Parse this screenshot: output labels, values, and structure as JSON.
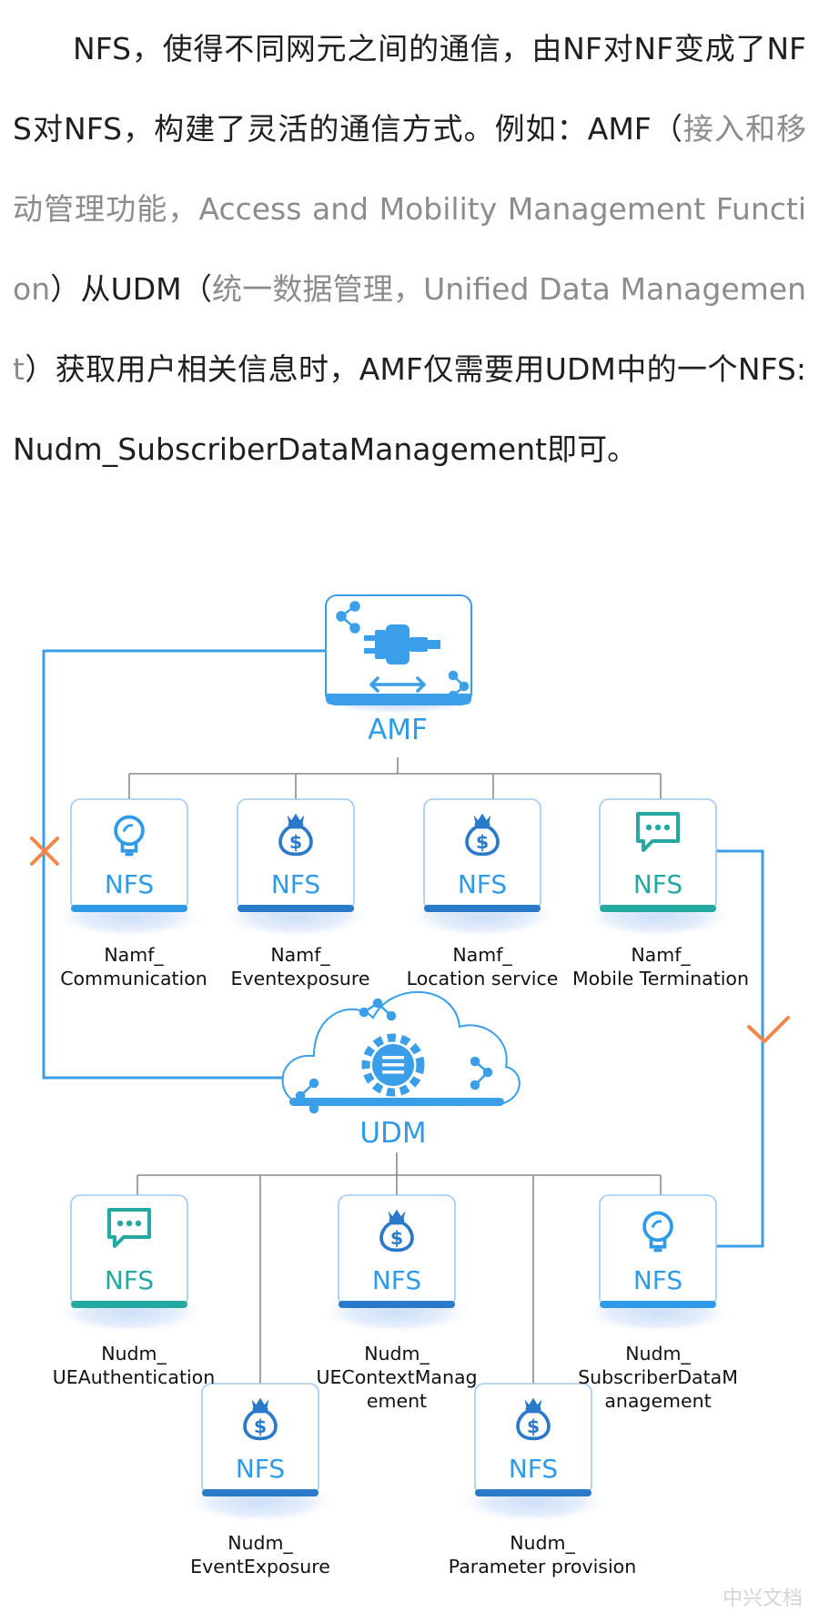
{
  "paragraph": {
    "part1": "NFS，使得不同网元之间的通信，由NF对NF变成了NFS对NFS，构建了灵活的通信方式。例如：AMF（",
    "part2": "接入和移动管理功能，Access and Mobility Management Function",
    "part3": "）从UDM（",
    "part4": "统一数据管理，Unified Data Management",
    "part5": "）获取用户相关信息时，AMF仅需要用UDM中的一个NFS: Nudm_SubscriberDataManagement即可。"
  },
  "diagram": {
    "amf_label": "AMF",
    "udm_label": "UDM",
    "nfs_text": "NFS",
    "amf_services": [
      {
        "line1": "Namf_",
        "line2": "Communication",
        "icon": "lightbulb-icon",
        "color": "blue"
      },
      {
        "line1": "Namf_",
        "line2": "Eventexposure",
        "icon": "money-bag-icon",
        "color": "darkblue"
      },
      {
        "line1": "Namf_",
        "line2": "Location service",
        "icon": "money-bag-icon",
        "color": "darkblue"
      },
      {
        "line1": "Namf_",
        "line2": "Mobile Termination",
        "icon": "chat-bubble-icon",
        "color": "teal"
      }
    ],
    "udm_services": [
      {
        "line1": "Nudm_",
        "line2": "UEAuthentication",
        "icon": "chat-bubble-icon",
        "color": "teal"
      },
      {
        "line1": "Nudm_",
        "line2": "EventExposure",
        "icon": "money-bag-icon",
        "color": "darkblue"
      },
      {
        "line1": "Nudm_",
        "line2": "UEContextManag",
        "line3": "ement",
        "icon": "money-bag-icon",
        "color": "darkblue"
      },
      {
        "line1": "Nudm_",
        "line2": "Parameter provision",
        "icon": "money-bag-icon",
        "color": "darkblue"
      },
      {
        "line1": "Nudm_",
        "line2": "SubscriberDataM",
        "line3": "anagement",
        "icon": "lightbulb-icon",
        "color": "blue"
      }
    ],
    "invalid_path_mark": "cross-icon",
    "valid_path_mark": "check-icon",
    "colors": {
      "line_blue": "#3a9ee8",
      "tree_gray": "#8a8a8a",
      "mark_orange": "#f5874a",
      "teal": "#24a9a0",
      "dark_blue": "#2b79c9"
    }
  },
  "watermark": "中兴文档"
}
